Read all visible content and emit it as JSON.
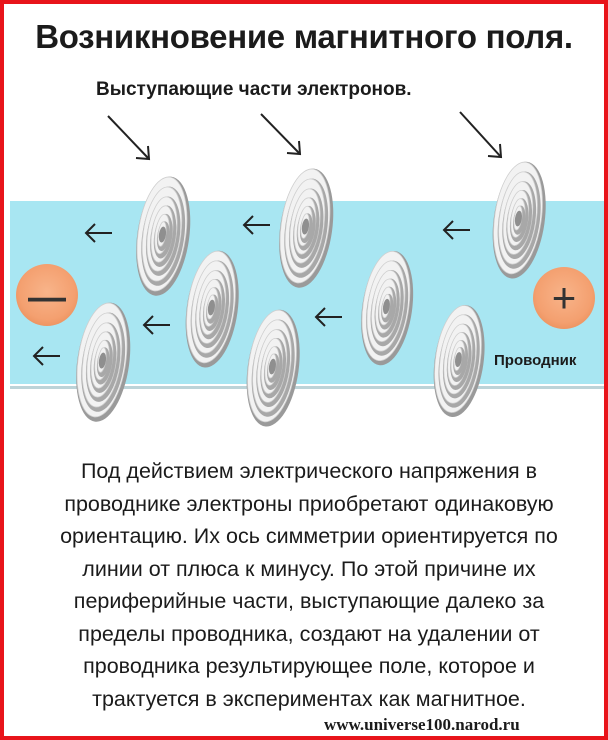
{
  "title": "Возникновение магнитного поля.",
  "subtitle": "Выступающие части электронов.",
  "conductor_label": "Проводник",
  "minus_sign": "—",
  "plus_sign": "+",
  "description_lines": [
    "Под действием электрического напряжения в",
    "проводнике электроны приобретают одинаковую",
    "ориентацию. Их ось симметрии ориентируется по",
    "линии от плюса к минусу.  По этой причине их",
    "периферийные части, выступающие далеко за",
    "пределы проводника, создают на удалении от",
    "проводника результирующее поле, которое и",
    "трактуется в экспериментах как магнитное."
  ],
  "url": "www.universe100.narod.ru",
  "colors": {
    "border": "#e8141a",
    "conductor": "#a8e6f2",
    "pole": "#f6a77a"
  }
}
